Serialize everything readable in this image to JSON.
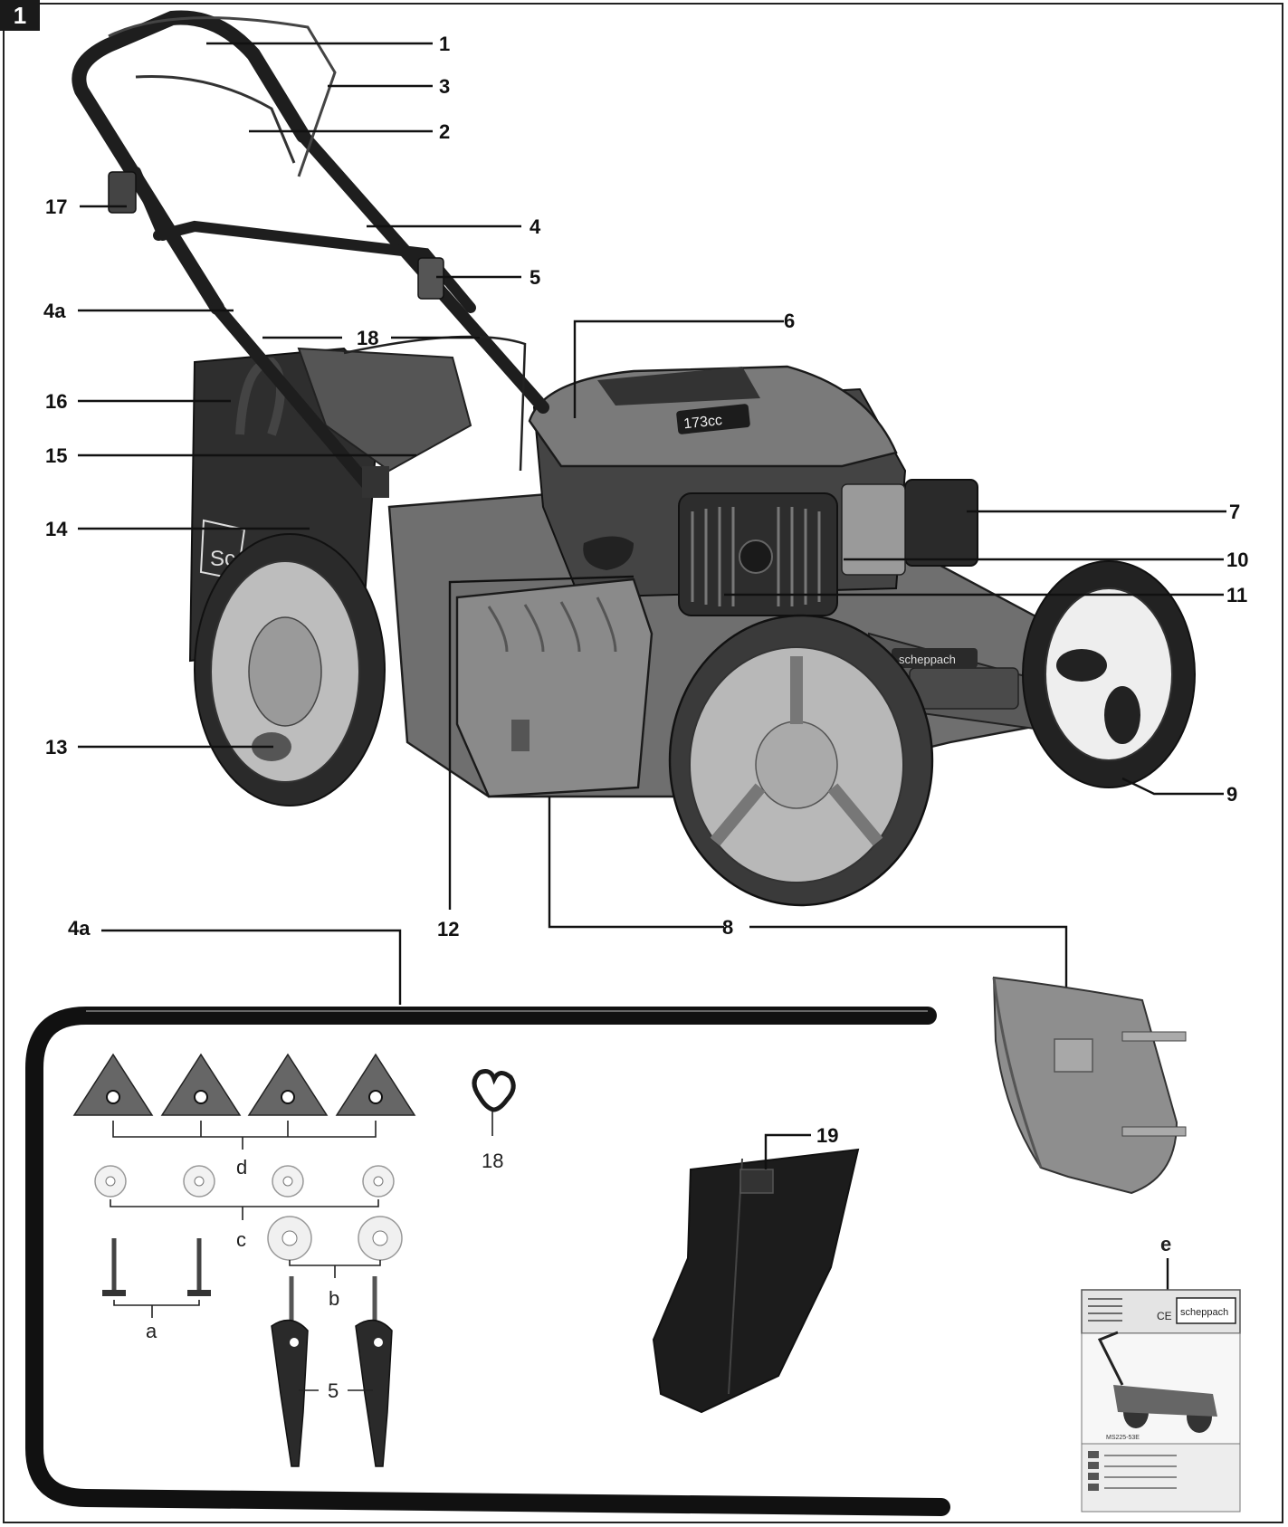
{
  "figure_number": "1",
  "callouts": {
    "c1": "1",
    "c2": "2",
    "c3": "3",
    "c4": "4",
    "c4a": "4a",
    "c5": "5",
    "c6": "6",
    "c7": "7",
    "c8": "8",
    "c9": "9",
    "c10": "10",
    "c11": "11",
    "c12": "12",
    "c13": "13",
    "c14": "14",
    "c15": "15",
    "c16": "16",
    "c17": "17",
    "c18": "18"
  },
  "parts": {
    "handle_4a": "4a",
    "clip_18": "18",
    "flap_19": "19",
    "manual_e": "e",
    "knobs_d": "d",
    "washers_c": "c",
    "washers_b": "b",
    "bolts_a": "a",
    "levers_5": "5"
  },
  "product_labels": {
    "engine_badge": "173cc",
    "brand": "scheppach",
    "ce_mark": "CE",
    "model": "MS225-53E"
  }
}
